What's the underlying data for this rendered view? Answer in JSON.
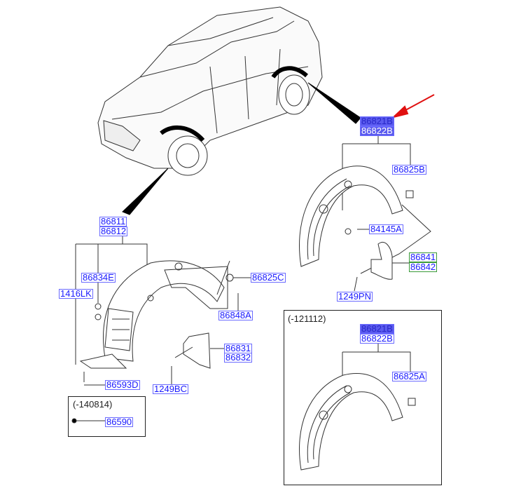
{
  "colors": {
    "label_text": "#1a1aff",
    "label_border": "#6a6aff",
    "highlight_fill": "#5a5aee",
    "green_border": "#3a9a3a",
    "arrow": "#e01010"
  },
  "rear": {
    "main": "86821B",
    "alt": "86822B",
    "clip": "86825B",
    "nut": "84145A",
    "mudguard_l": "86841",
    "mudguard_r": "86842",
    "screw": "1249PN"
  },
  "front": {
    "main": "86811",
    "alt": "86812",
    "clip_e": "86834E",
    "bolt": "1416LK",
    "clip_c": "86825C",
    "clip_a": "86848A",
    "mudguard_l": "86831",
    "mudguard_r": "86832",
    "screw": "1249BC",
    "nut": "86593D"
  },
  "box_140814": {
    "title": "(-140814)",
    "part": "86590"
  },
  "box_121112": {
    "title": "(-121112)",
    "main": "86821B",
    "alt": "86822B",
    "clip": "86825A"
  }
}
